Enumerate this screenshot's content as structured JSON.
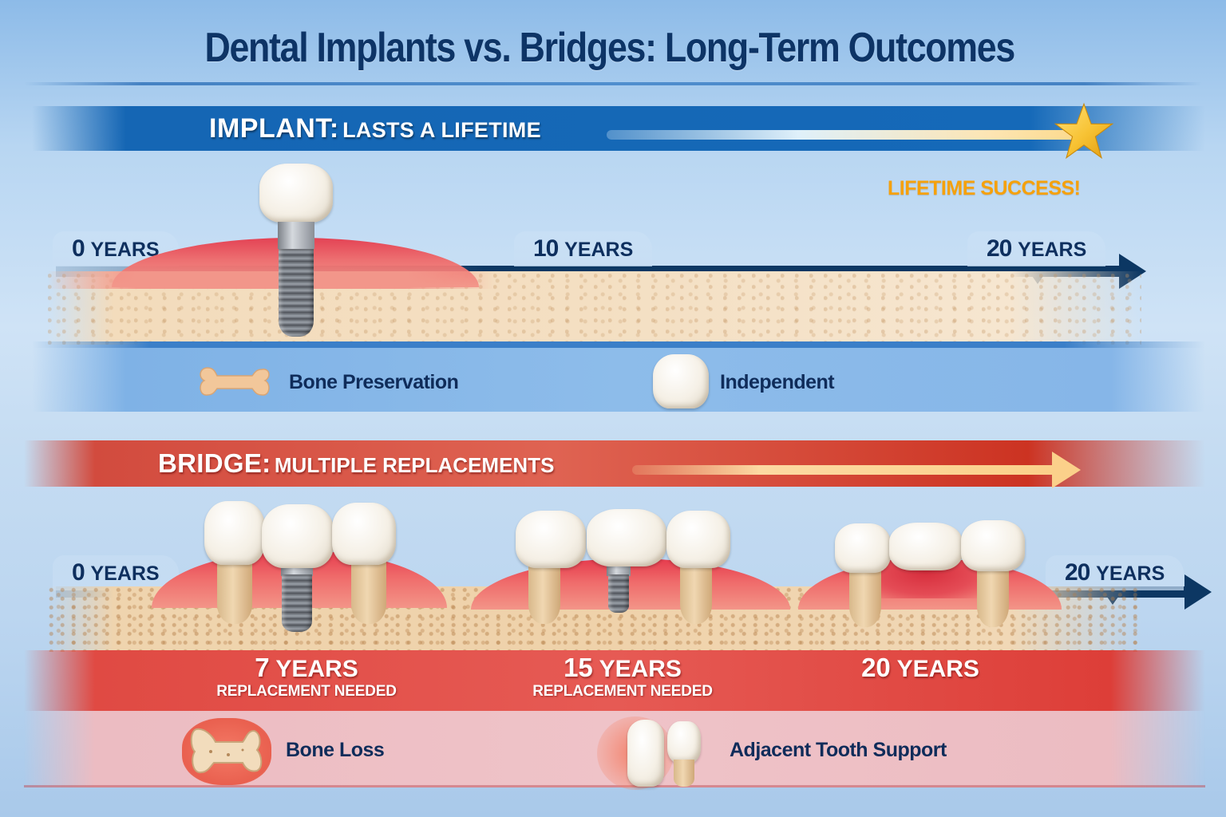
{
  "title": "Dental Implants vs. Bridges: Long-Term Outcomes",
  "implant": {
    "banner_lead": "IMPLANT:",
    "banner_rest": "LASTS A LIFETIME",
    "success_label": "LIFETIME SUCCESS!",
    "timeline": [
      {
        "num": "0",
        "unit": "YEARS"
      },
      {
        "num": "10",
        "unit": "YEARS"
      },
      {
        "num": "20",
        "unit": "YEARS"
      }
    ],
    "features": [
      {
        "icon": "bone-icon",
        "label": "Bone Preservation"
      },
      {
        "icon": "tooth-icon",
        "label": "Independent"
      }
    ]
  },
  "bridge": {
    "banner_lead": "BRIDGE:",
    "banner_rest": "MULTIPLE REPLACEMENTS",
    "timeline": [
      {
        "num": "0",
        "unit": "YEARS"
      },
      {
        "num": "20",
        "unit": "YEARS"
      }
    ],
    "results": [
      {
        "num": "7",
        "unit": "YEARS",
        "sub": "REPLACEMENT NEEDED"
      },
      {
        "num": "15",
        "unit": "YEARS",
        "sub": "REPLACEMENT NEEDED"
      },
      {
        "num": "20",
        "unit": "YEARS",
        "sub": ""
      }
    ],
    "features": [
      {
        "icon": "bone-loss-icon",
        "label": "Bone Loss"
      },
      {
        "icon": "adjacent-teeth-icon",
        "label": "Adjacent Tooth Support"
      }
    ]
  },
  "colors": {
    "title": "#0d3466",
    "implant_banner": "#1566b4",
    "bridge_banner": "#d24b3e",
    "success": "#f5a10b",
    "timeline": "#0c3763",
    "star": "#f7c233"
  }
}
